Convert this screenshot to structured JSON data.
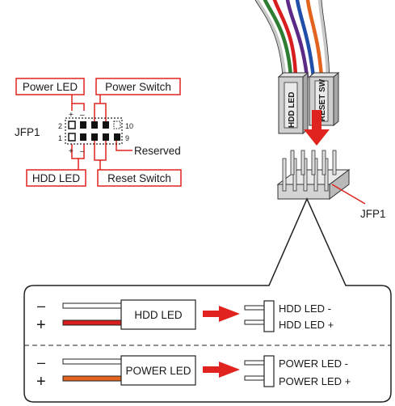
{
  "pinout": {
    "power_led": "Power LED",
    "power_switch": "Power Switch",
    "hdd_led": "HDD LED",
    "reset_switch": "Reset Switch",
    "header": "JFP1",
    "reserved": "Reserved",
    "plus_top": "+",
    "minus_top": "–",
    "plus_bottom": "+",
    "minus_bottom": "–",
    "row_top_left": "2",
    "row_top_right": "10",
    "row_bottom_left": "1",
    "row_bottom_right": "9"
  },
  "connectors": {
    "hdd_cap": "HDD LED",
    "reset_cap": "RESET SW",
    "header": "JFP1"
  },
  "detail": {
    "hdd": {
      "minus_sign": "–",
      "plus_sign": "+",
      "label": "HDD LED",
      "pin_minus": "HDD LED -",
      "pin_plus": "HDD LED +"
    },
    "power": {
      "minus_sign": "–",
      "plus_sign": "+",
      "label": "POWER LED",
      "pin_minus": "POWER LED -",
      "pin_plus": "POWER LED +"
    }
  },
  "colors": {
    "label_border": "#e0231f",
    "arrow": "#e0231f",
    "wire_red": "#d81e1e",
    "wire_orange": "#e2641e",
    "wire_green": "#2e7d32",
    "wire_blue": "#1f4fa8",
    "wire_purple": "#5b2a86"
  }
}
